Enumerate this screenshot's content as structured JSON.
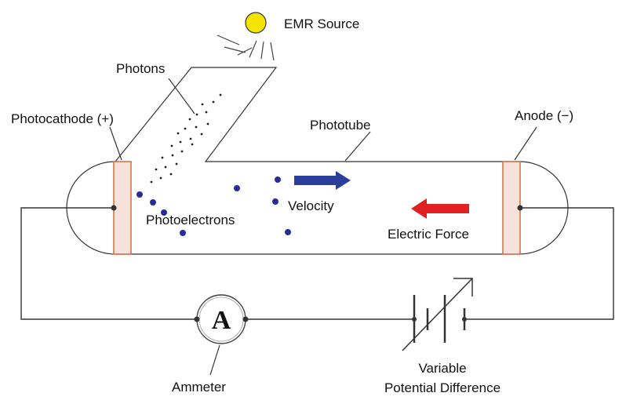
{
  "labels": {
    "source": "EMR Source",
    "photons": "Photons",
    "photocathode": "Photocathode (+)",
    "phototube": "Phototube",
    "anode": "Anode (−)",
    "velocity": "Velocity",
    "photoelectrons": "Photoelectrons",
    "electric_force": "Electric Force",
    "ammeter": "Ammeter",
    "ammeter_symbol": "A",
    "variable_line1": "Variable",
    "variable_line2": "Potential Difference"
  },
  "colors": {
    "sun": "#f5e400",
    "electron": "#2a2a9a",
    "velocity_arrow": "#2a3f9a",
    "force_arrow": "#e02020",
    "electrode_fill": "#f6e2da",
    "electrode_stroke": "#d4744a"
  },
  "photon_count": 24,
  "electron_count": 8
}
